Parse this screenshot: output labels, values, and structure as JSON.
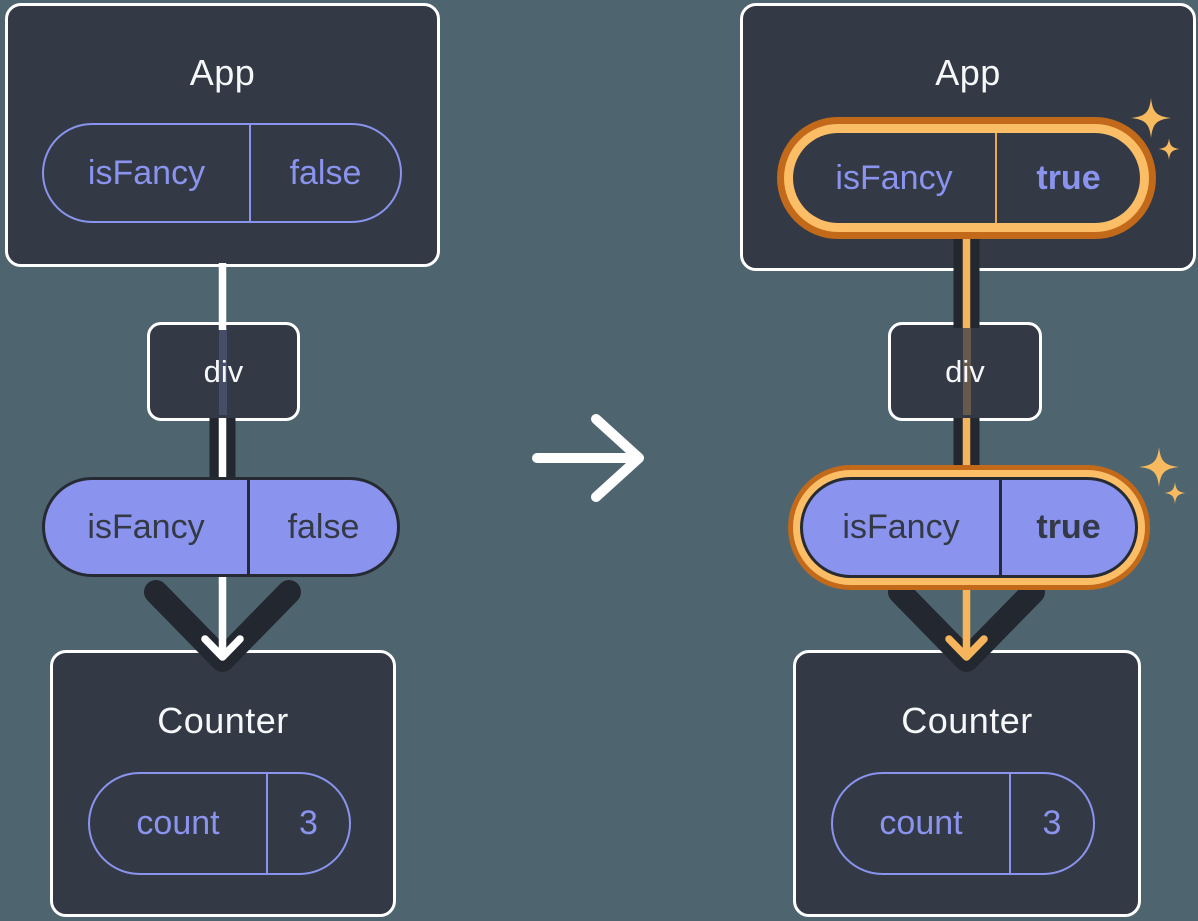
{
  "colors": {
    "background": "#4E6570",
    "card_fill": "#333A45",
    "card_border": "#FFFFFF",
    "purple": "#8A93EE",
    "dark_line": "#232730",
    "dark_text_on_purple": "#333945",
    "orange_light": "#FBBE67",
    "orange_dark": "#C2691A",
    "sparkle": "#F8BA5E",
    "white_arrow": "#FFFFFF",
    "title_text": "#F6F7F9"
  },
  "icons": {
    "transition_arrow": "→",
    "flow_arrow_down": "↓",
    "sparkle": "✦"
  },
  "before": {
    "app": {
      "title": "App",
      "state_pill": {
        "name": "isFancy",
        "value": "false"
      }
    },
    "div": {
      "label": "div"
    },
    "prop_pill": {
      "name": "isFancy",
      "value": "false"
    },
    "counter": {
      "title": "Counter",
      "state_pill": {
        "name": "count",
        "value": "3"
      }
    }
  },
  "after": {
    "app": {
      "title": "App",
      "state_pill": {
        "name": "isFancy",
        "value": "true"
      }
    },
    "div": {
      "label": "div"
    },
    "prop_pill": {
      "name": "isFancy",
      "value": "true"
    },
    "counter": {
      "title": "Counter",
      "state_pill": {
        "name": "count",
        "value": "3"
      }
    }
  }
}
